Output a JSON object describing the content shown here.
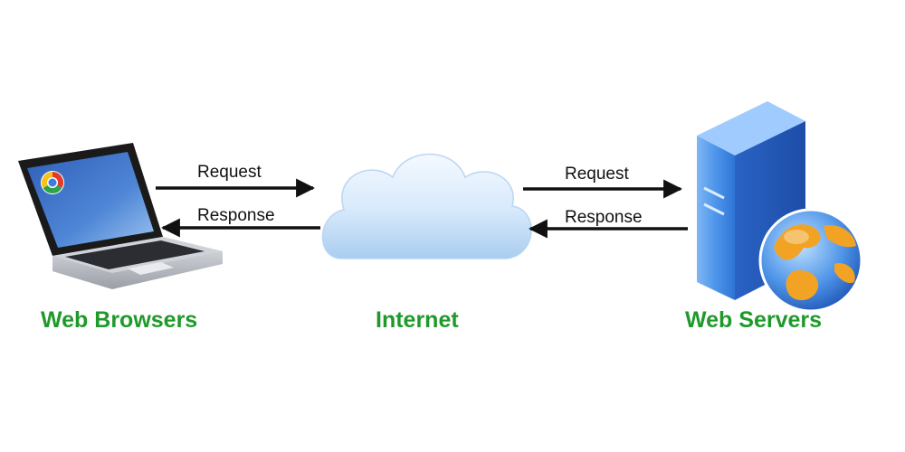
{
  "colors": {
    "label_green": "#1f9a2a",
    "arrow": "#111111",
    "cloud_light": "#eaf4fd",
    "cloud_dark": "#a9cdef",
    "server_blue": "#3a86e6"
  },
  "nodes": {
    "browsers": {
      "label": "Web Browsers",
      "icon": "laptop-icon"
    },
    "internet": {
      "label": "Internet",
      "icon": "cloud-icon"
    },
    "servers": {
      "label": "Web Servers",
      "icon": "server-globe-icon"
    }
  },
  "edges": {
    "left_request": "Request",
    "left_response": "Response",
    "right_request": "Request",
    "right_response": "Response"
  }
}
